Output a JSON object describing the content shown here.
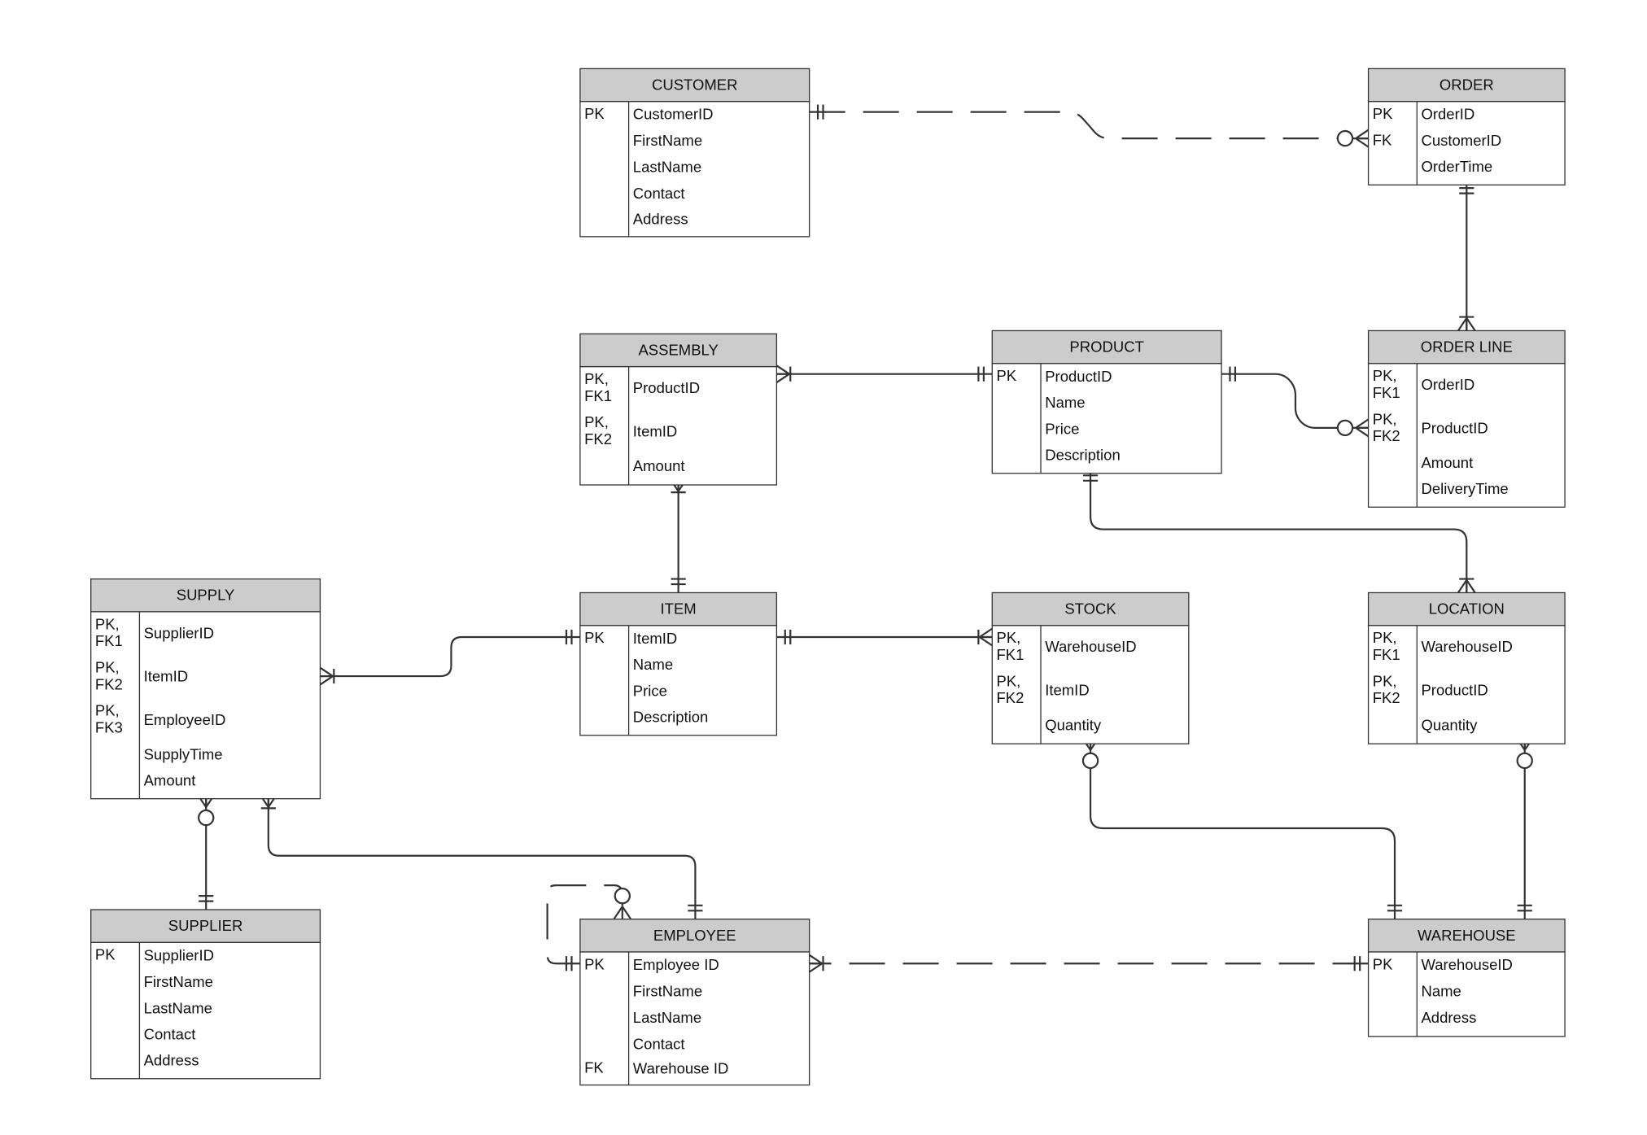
{
  "entities": {
    "customer": {
      "title": "CUSTOMER",
      "rows": [
        {
          "key": "PK",
          "field": "CustomerID"
        },
        {
          "key": "",
          "field": "FirstName"
        },
        {
          "key": "",
          "field": "LastName"
        },
        {
          "key": "",
          "field": "Contact"
        },
        {
          "key": "",
          "field": "Address"
        }
      ]
    },
    "order": {
      "title": "ORDER",
      "rows": [
        {
          "key": "PK",
          "field": "OrderID"
        },
        {
          "key": "FK",
          "field": "CustomerID"
        },
        {
          "key": "",
          "field": "OrderTime"
        }
      ]
    },
    "assembly": {
      "title": "ASSEMBLY",
      "rows": [
        {
          "key": "PK,\nFK1",
          "field": "ProductID"
        },
        {
          "key": "PK,\nFK2",
          "field": "ItemID"
        },
        {
          "key": "",
          "field": "Amount"
        }
      ]
    },
    "product": {
      "title": "PRODUCT",
      "rows": [
        {
          "key": "PK",
          "field": "ProductID"
        },
        {
          "key": "",
          "field": "Name"
        },
        {
          "key": "",
          "field": "Price"
        },
        {
          "key": "",
          "field": "Description"
        }
      ]
    },
    "order_line": {
      "title": "ORDER LINE",
      "rows": [
        {
          "key": "PK,\nFK1",
          "field": "OrderID"
        },
        {
          "key": "PK,\nFK2",
          "field": "ProductID"
        },
        {
          "key": "",
          "field": "Amount"
        },
        {
          "key": "",
          "field": "DeliveryTime"
        }
      ]
    },
    "supply": {
      "title": "SUPPLY",
      "rows": [
        {
          "key": "PK,\nFK1",
          "field": "SupplierID"
        },
        {
          "key": "PK,\nFK2",
          "field": "ItemID"
        },
        {
          "key": "PK,\nFK3",
          "field": "EmployeeID"
        },
        {
          "key": "",
          "field": "SupplyTime"
        },
        {
          "key": "",
          "field": "Amount"
        }
      ]
    },
    "item": {
      "title": "ITEM",
      "rows": [
        {
          "key": "PK",
          "field": "ItemID"
        },
        {
          "key": "",
          "field": "Name"
        },
        {
          "key": "",
          "field": "Price"
        },
        {
          "key": "",
          "field": "Description"
        }
      ]
    },
    "stock": {
      "title": "STOCK",
      "rows": [
        {
          "key": "PK,\nFK1",
          "field": "WarehouseID"
        },
        {
          "key": "PK,\nFK2",
          "field": "ItemID"
        },
        {
          "key": "",
          "field": "Quantity"
        }
      ]
    },
    "location": {
      "title": "LOCATION",
      "rows": [
        {
          "key": "PK,\nFK1",
          "field": "WarehouseID"
        },
        {
          "key": "PK,\nFK2",
          "field": "ProductID"
        },
        {
          "key": "",
          "field": "Quantity"
        }
      ]
    },
    "supplier": {
      "title": "SUPPLIER",
      "rows": [
        {
          "key": "PK",
          "field": "SupplierID"
        },
        {
          "key": "",
          "field": "FirstName"
        },
        {
          "key": "",
          "field": "LastName"
        },
        {
          "key": "",
          "field": "Contact"
        },
        {
          "key": "",
          "field": "Address"
        }
      ]
    },
    "employee": {
      "title": "EMPLOYEE",
      "rows": [
        {
          "key": "PK",
          "field": "Employee ID"
        },
        {
          "key": "",
          "field": "FirstName"
        },
        {
          "key": "",
          "field": "LastName"
        },
        {
          "key": "",
          "field": "Contact"
        },
        {
          "key": "FK",
          "field": "Warehouse ID"
        }
      ]
    },
    "warehouse": {
      "title": "WAREHOUSE",
      "rows": [
        {
          "key": "PK",
          "field": "WarehouseID"
        },
        {
          "key": "",
          "field": "Name"
        },
        {
          "key": "",
          "field": "Address"
        }
      ]
    }
  },
  "relationships": [
    {
      "from": "CUSTOMER",
      "to": "ORDER",
      "from_cardinality": "one-and-only-one",
      "to_cardinality": "zero-or-many",
      "line": "dashed"
    },
    {
      "from": "ORDER",
      "to": "ORDER LINE",
      "from_cardinality": "one-and-only-one",
      "to_cardinality": "one-or-many",
      "line": "solid"
    },
    {
      "from": "PRODUCT",
      "to": "ASSEMBLY",
      "from_cardinality": "one-and-only-one",
      "to_cardinality": "one-or-many",
      "line": "solid"
    },
    {
      "from": "PRODUCT",
      "to": "ORDER LINE",
      "from_cardinality": "one-and-only-one",
      "to_cardinality": "zero-or-many",
      "line": "solid"
    },
    {
      "from": "PRODUCT",
      "to": "LOCATION",
      "from_cardinality": "one-and-only-one",
      "to_cardinality": "one-or-many",
      "line": "solid"
    },
    {
      "from": "ITEM",
      "to": "ASSEMBLY",
      "from_cardinality": "one-and-only-one",
      "to_cardinality": "one-or-many",
      "line": "solid"
    },
    {
      "from": "ITEM",
      "to": "SUPPLY",
      "from_cardinality": "one-and-only-one",
      "to_cardinality": "one-or-many",
      "line": "solid"
    },
    {
      "from": "ITEM",
      "to": "STOCK",
      "from_cardinality": "one-and-only-one",
      "to_cardinality": "one-or-many",
      "line": "solid"
    },
    {
      "from": "SUPPLIER",
      "to": "SUPPLY",
      "from_cardinality": "one-and-only-one",
      "to_cardinality": "zero-or-many",
      "line": "solid"
    },
    {
      "from": "EMPLOYEE",
      "to": "SUPPLY",
      "from_cardinality": "one-and-only-one",
      "to_cardinality": "one-or-many",
      "line": "solid"
    },
    {
      "from": "EMPLOYEE",
      "to": "EMPLOYEE",
      "from_cardinality": "one-and-only-one",
      "to_cardinality": "zero-or-many",
      "line": "dashed"
    },
    {
      "from": "WAREHOUSE",
      "to": "EMPLOYEE",
      "from_cardinality": "one-and-only-one",
      "to_cardinality": "one-or-many",
      "line": "dashed"
    },
    {
      "from": "WAREHOUSE",
      "to": "STOCK",
      "from_cardinality": "one-and-only-one",
      "to_cardinality": "zero-or-many",
      "line": "solid"
    },
    {
      "from": "WAREHOUSE",
      "to": "LOCATION",
      "from_cardinality": "one-and-only-one",
      "to_cardinality": "zero-or-many",
      "line": "solid"
    }
  ]
}
